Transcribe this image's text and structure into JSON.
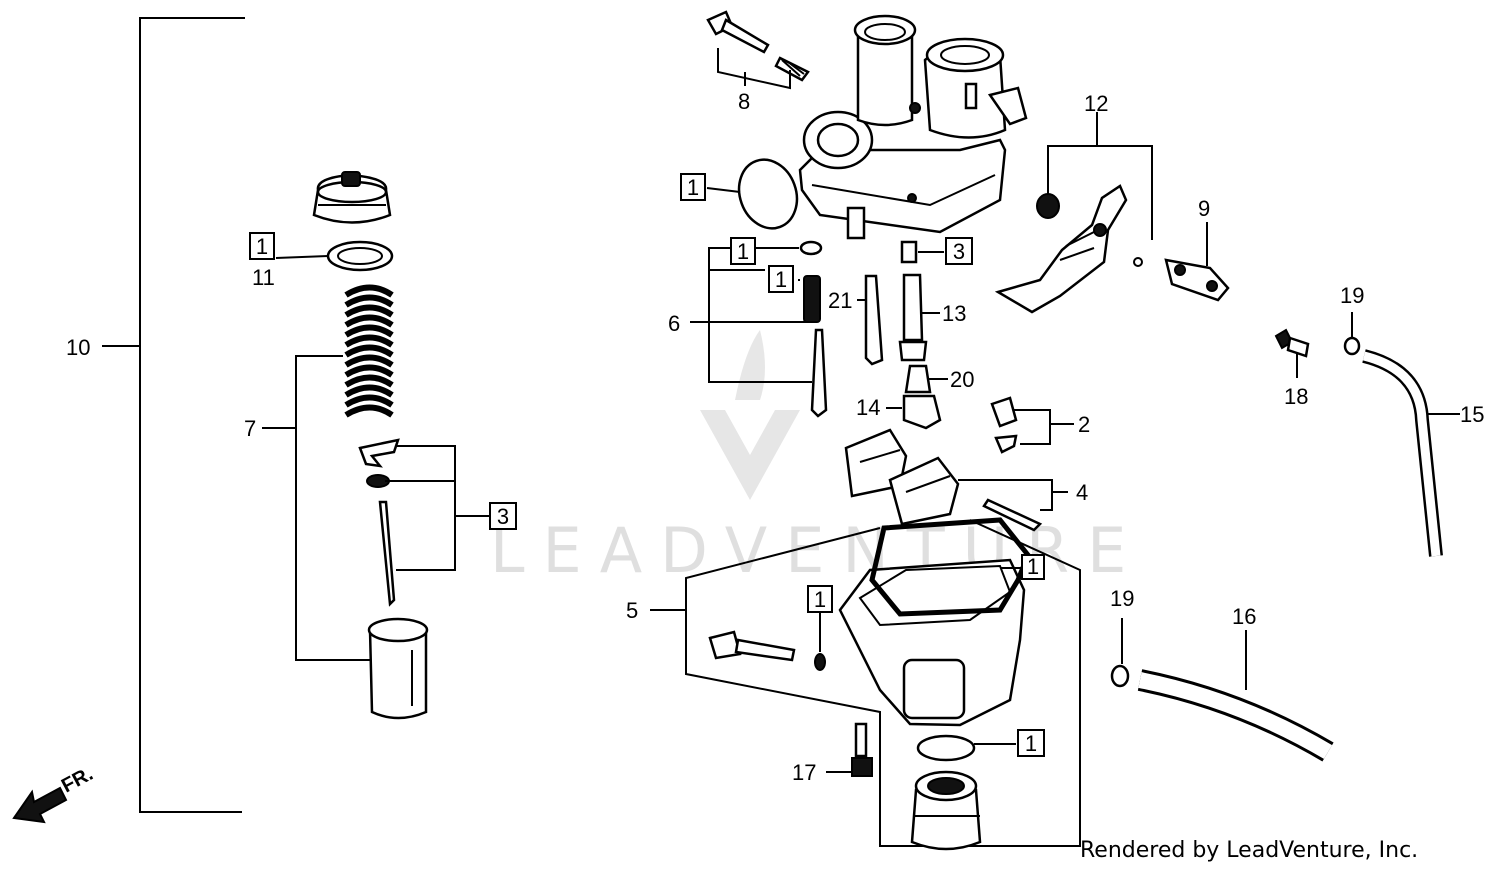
{
  "watermark": "LEADVENTURE",
  "credit": "Rendered by LeadVenture, Inc.",
  "front_marker": "FR.",
  "callouts": [
    "1",
    "2",
    "3",
    "4",
    "5",
    "6",
    "7",
    "8",
    "9",
    "10",
    "11",
    "12",
    "13",
    "14",
    "15",
    "16",
    "17",
    "18",
    "19",
    "20",
    "21"
  ],
  "boxed_label": "1",
  "boxed_label_3": "3"
}
